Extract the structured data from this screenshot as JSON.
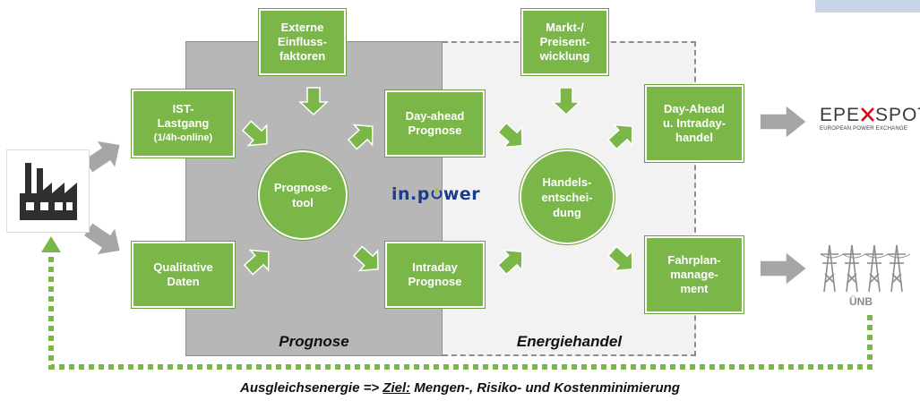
{
  "zones": {
    "prognose": "Prognose",
    "energiehandel": "Energiehandel"
  },
  "inputs": {
    "externe": "Externe\nEinfluss-\nfaktoren",
    "markt": "Markt-/\nPreisent-\nwicklung"
  },
  "boxes": {
    "ist_lastgang": "IST-\nLastgang",
    "ist_lastgang_sub": "(1/4h-online)",
    "qualitative": "Qualitative\nDaten",
    "day_ahead_prognose": "Day-ahead\nPrognose",
    "intraday_prognose": "Intraday\nPrognose",
    "day_ahead_handel": "Day-Ahead\nu. Intraday-\nhandel",
    "fahrplan": "Fahrplan-\nmanage-\nment"
  },
  "circles": {
    "prognosetool": "Prognose-\ntool",
    "handelsentscheidung": "Handels-\nentschei-\ndung"
  },
  "logos": {
    "inpower_prefix": "in.p",
    "inpower_suffix": "wer",
    "epex_main_a": "EPE",
    "epex_main_b": "SPOT",
    "epex_sub": "EUROPEAN POWER EXCHANGE"
  },
  "labels": {
    "uenb": "ÜNB"
  },
  "footer": {
    "prefix": "Ausgleichsenergie => ",
    "goal": "Ziel:",
    "suffix": " Mengen-, Risiko- und Kostenminimierung"
  },
  "colors": {
    "green": "#7ab648",
    "gray_arrow": "#a6a6a6",
    "dotted_line": "#7ab648",
    "prognose_zone": "#b7b7b7",
    "handel_zone": "#f2f2f2",
    "inpower_blue": "#1d3c8e",
    "epex_red": "#e2001a"
  },
  "icons": [
    "factory-icon",
    "power-tower-icon",
    "arrow-icon"
  ]
}
